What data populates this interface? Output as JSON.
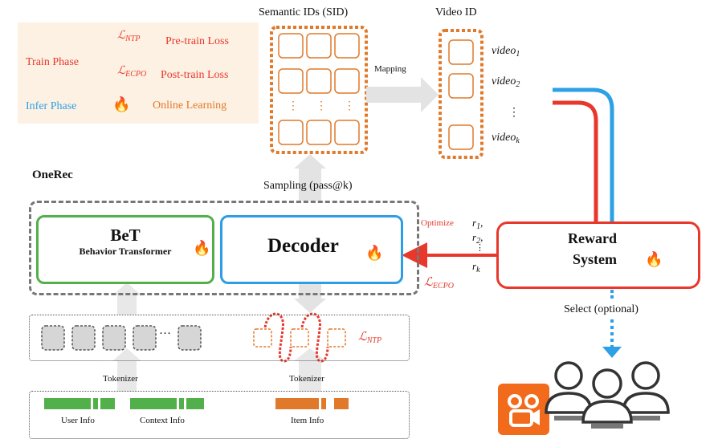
{
  "legend": {
    "ntp_loss_symbol": "ℒ",
    "ntp_loss_sub": "NTP",
    "ecpo_loss_symbol": "ℒ",
    "ecpo_loss_sub": "ECPO",
    "train_phase": "Train Phase",
    "pretrain_loss": "Pre-train Loss",
    "posttrain_loss": "Post-train Loss",
    "infer_phase": "Infer Phase",
    "online_learning": "Online Learning"
  },
  "sid": {
    "title": "Semantic IDs (SID)",
    "dots": "⋮"
  },
  "video": {
    "title": "Video ID",
    "items": [
      "video",
      "video",
      "video"
    ],
    "subs": [
      "1",
      "2",
      "k"
    ],
    "dots": "⋮"
  },
  "mapping_label": "Mapping",
  "onerec_label": "OneRec",
  "sampling_label": "Sampling (pass@k)",
  "bet": {
    "title": "BeT",
    "subtitle": "Behavior Transformer"
  },
  "decoder": {
    "title": "Decoder"
  },
  "reward": {
    "line1": "Reward",
    "line2": "System"
  },
  "optimize_label": "Optimize",
  "rewards": {
    "r1": "r",
    "r1_sub": "1",
    "r2": "r",
    "r2_sub": "2",
    "rk": "r",
    "rk_sub": "k",
    "comma": ",",
    "dots": "⋮"
  },
  "ecpo_arrow_symbol": "ℒ",
  "ecpo_arrow_sub": "ECPO",
  "select_label": "Select (optional)",
  "token_row": {
    "ellipsis": "···",
    "ntp_symbol": "ℒ",
    "ntp_sub": "NTP"
  },
  "tokenizer_left": "Tokenizer",
  "tokenizer_right": "Tokenizer",
  "info": {
    "user": "User Info",
    "context": "Context Info",
    "item": "Item Info"
  },
  "colors": {
    "train": "#e8382b",
    "infer": "#2ea0e6",
    "online": "#e07a2a",
    "bet": "#52b04a",
    "decoder": "#2f9de4"
  },
  "icons": {
    "fire": "fire-icon",
    "users": "users-icon",
    "app": "kuaishou-app-icon"
  }
}
